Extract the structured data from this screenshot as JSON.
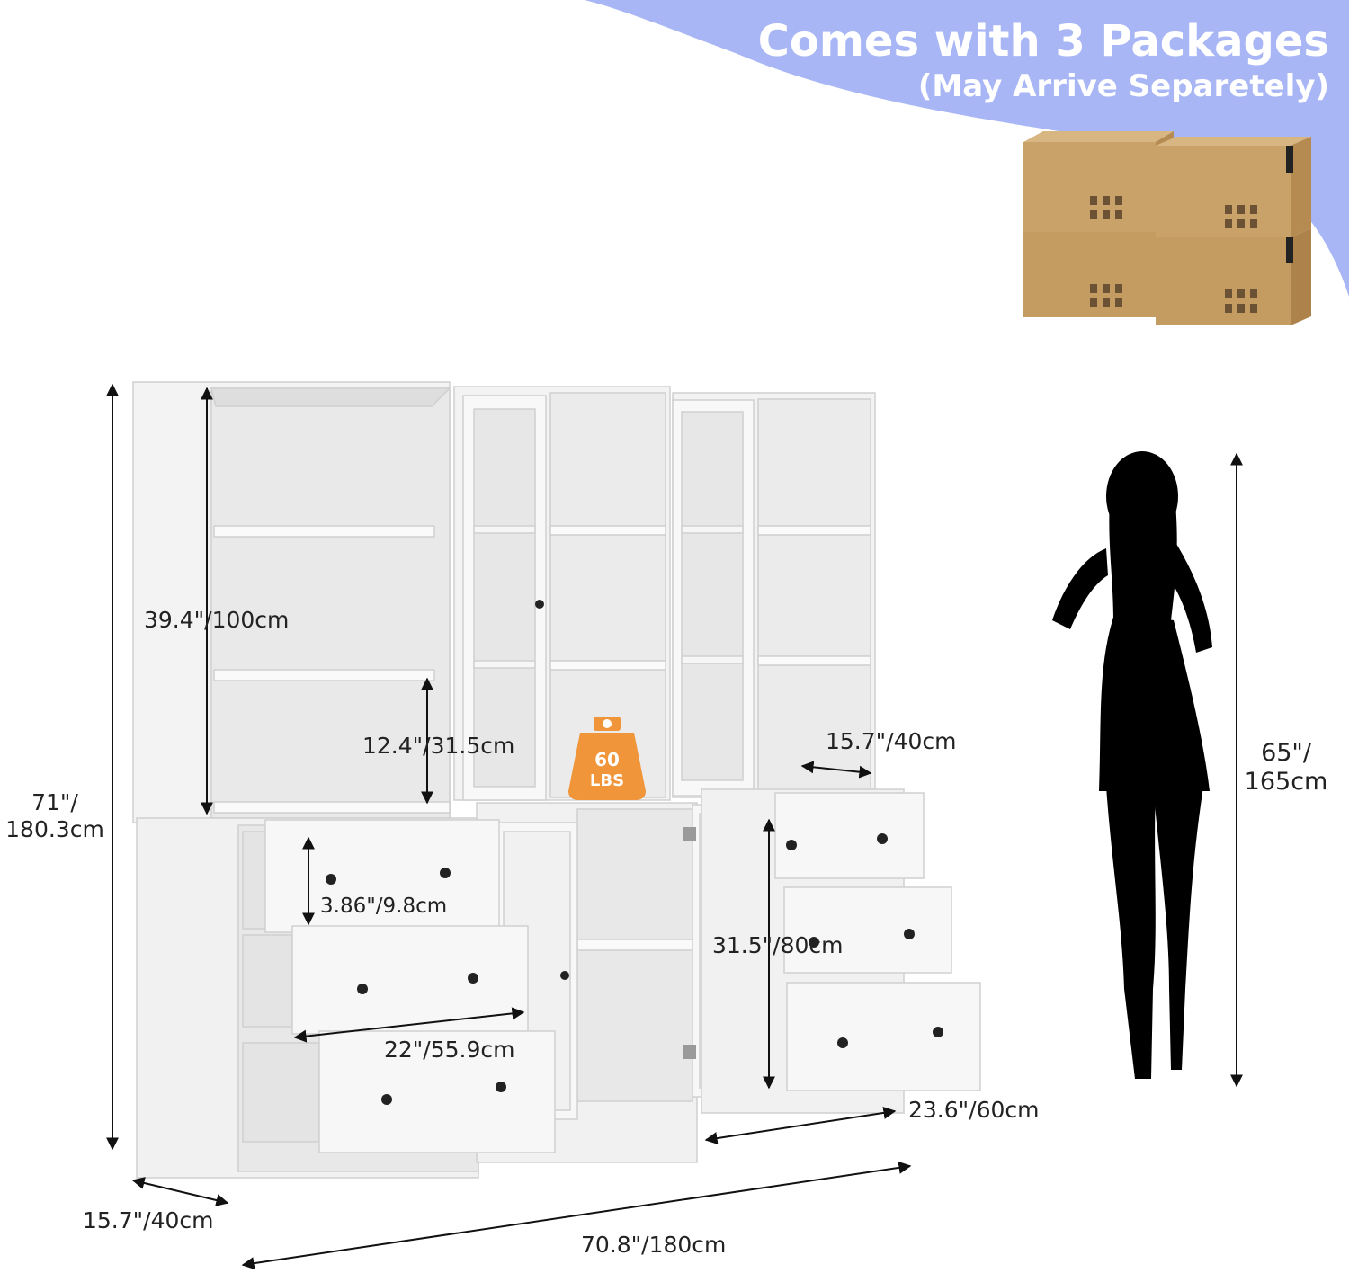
{
  "banner": {
    "title": "Comes with 3 Packages",
    "subtitle": "(May Arrive Separetely)",
    "color": "#9fb0f5"
  },
  "badge": {
    "number": "60",
    "unit": "LBS",
    "color": "#f0953a"
  },
  "dimensions": {
    "total_height": "71\"/\n180.3cm",
    "upper_shelf_height": "39.4\"/100cm",
    "shelf_gap": "12.4\"/31.5cm",
    "drawer_height": "3.86\"/9.8cm",
    "drawer_width": "22\"/55.9cm",
    "door_height": "31.5\"/80cm",
    "top_depth": "15.7\"/40cm",
    "base_depth": "15.7\"/40cm",
    "cabinet_width": "23.6\"/60cm",
    "total_width": "70.8\"/180cm",
    "person_height": "65\"/\n165cm"
  },
  "colors": {
    "furniture": "#f4f4f4",
    "box": "#c9a26a",
    "silhouette": "#000000"
  }
}
